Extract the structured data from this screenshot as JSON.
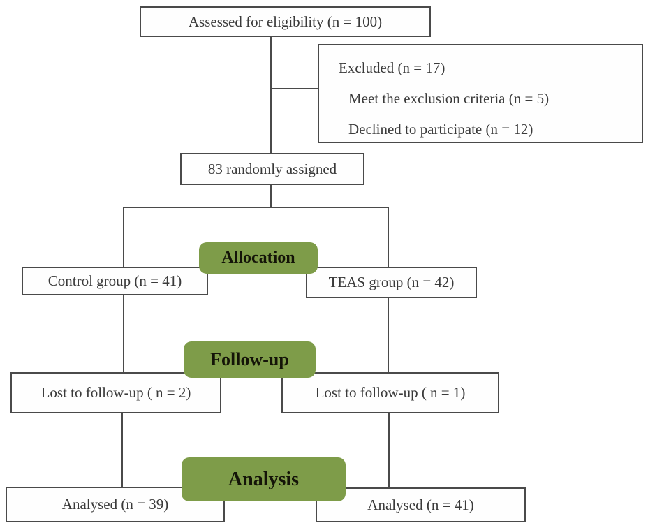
{
  "diagram": {
    "type": "consort-participant-flow",
    "colors": {
      "badge_green": "#7e9c49",
      "line_gray": "#4a4a4a",
      "box_text": "#3a3a3a",
      "badge_text": "#141408",
      "background": "#ffffff"
    },
    "nodes": {
      "assessed": {
        "label": "Assessed for eligibility (n = 100)"
      },
      "excluded": {
        "title": "Excluded (n = 17)",
        "reasons": [
          "Meet the exclusion criteria (n = 5)",
          "Declined to participate (n = 12)"
        ]
      },
      "randomized": {
        "label": "83 randomly assigned"
      },
      "control_group": {
        "label": "Control group (n = 41)"
      },
      "teas_group": {
        "label": "TEAS group (n = 42)"
      },
      "lost_control": {
        "label": "Lost to follow-up ( n = 2)"
      },
      "lost_teas": {
        "label": "Lost to follow-up ( n = 1)"
      },
      "analysed_control": {
        "label": "Analysed (n = 39)"
      },
      "analysed_teas": {
        "label": "Analysed (n = 41)"
      }
    },
    "stages": {
      "allocation": "Allocation",
      "follow_up": "Follow-up",
      "analysis": "Analysis"
    }
  }
}
